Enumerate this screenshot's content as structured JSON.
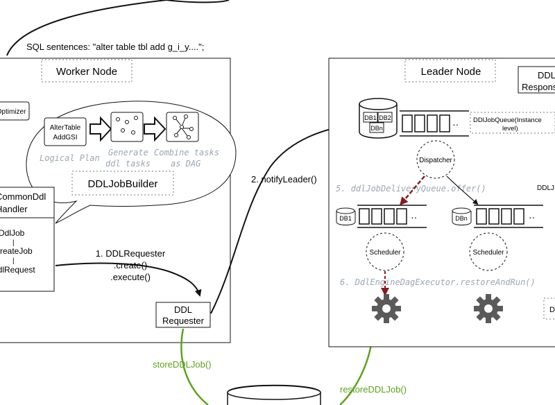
{
  "sql_label": "SQL sentences: \"alter table tbl add g_i_y....\";",
  "worker": {
    "title": "Worker Node",
    "optimizer": "Optimizer",
    "alter_table_line1": "AlterTable",
    "alter_table_line2": "AddGSI",
    "logical_plan": "Logical Plan",
    "generate_line1": "Generate",
    "generate_line2": "ddl tasks",
    "combine_line1": "Combine tasks",
    "combine_line2": "as DAG",
    "builder": "DDLJobBuilder",
    "handler_line1": "CommonDdl",
    "handler_line2": "Handler",
    "flow_lines": [
      "DdlJob",
      "|",
      "createJob",
      "|",
      "ddlRequest"
    ],
    "requester_call_lines": [
      "1. DDLRequester",
      ".create()",
      ".execute()"
    ],
    "requester_box_line1": "DDL",
    "requester_box_line2": "Requester"
  },
  "leader": {
    "title": "Leader Node",
    "response_line1": "DDL",
    "response_line2": "Response",
    "db_labels": [
      "DB1",
      "DB2",
      "DBn"
    ],
    "queue_label_line1": "DDlJobQueue(Instance",
    "queue_label_line2": "level)",
    "dispatcher": "Dispatcher",
    "delivery_offer": "5. ddlJobDeliveryQueue.offer()",
    "right_cut_label": "DDLJ",
    "db1": "DB1",
    "dbn": "DBn",
    "scheduler": "Scheduler",
    "executor": "6. DdlEngineDagExecutor.restoreAndRun()",
    "right_cut_small": "D",
    "queue_dots": "··"
  },
  "arrows": {
    "notify": "2. notifyLeader()",
    "store": "storeDDLJob()",
    "restore": "restoreDDLJob()"
  },
  "colors": {
    "green": "#5ba31c",
    "dark_red": "#8b1a1a",
    "mono_gray": "#9aa7b3",
    "dashed": "#888888",
    "gear": "#5a5a5a"
  }
}
